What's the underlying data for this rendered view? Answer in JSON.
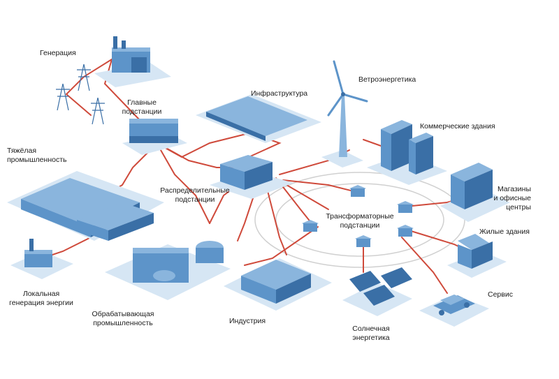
{
  "colors": {
    "plate": "#d6e6f4",
    "building_light": "#8ab5dd",
    "building_mid": "#5d94c9",
    "building_dark": "#3a6fa6",
    "line": "#cf4a3b",
    "ring": "#d0d0d0"
  },
  "labels": {
    "generation": "Генерация",
    "main_substations": "Главные\nподстанции",
    "infrastructure": "Инфраструктура",
    "wind": "Ветроэнергетика",
    "commercial": "Коммерческие здания",
    "heavy_industry": "Тяжёлая\nпромышленность",
    "distribution": "Распределительные\nподстанции",
    "transformer": "Трансформаторные\nподстанции",
    "shops": "Магазины\nи офисные\nцентры",
    "residential": "Жилые здания",
    "local_generation": "Локальная\nгенерация энергии",
    "manufacturing": "Обрабатывающая\nпромышленность",
    "industry": "Индустрия",
    "service": "Сервис",
    "solar": "Солнечная\nэнергетика"
  }
}
